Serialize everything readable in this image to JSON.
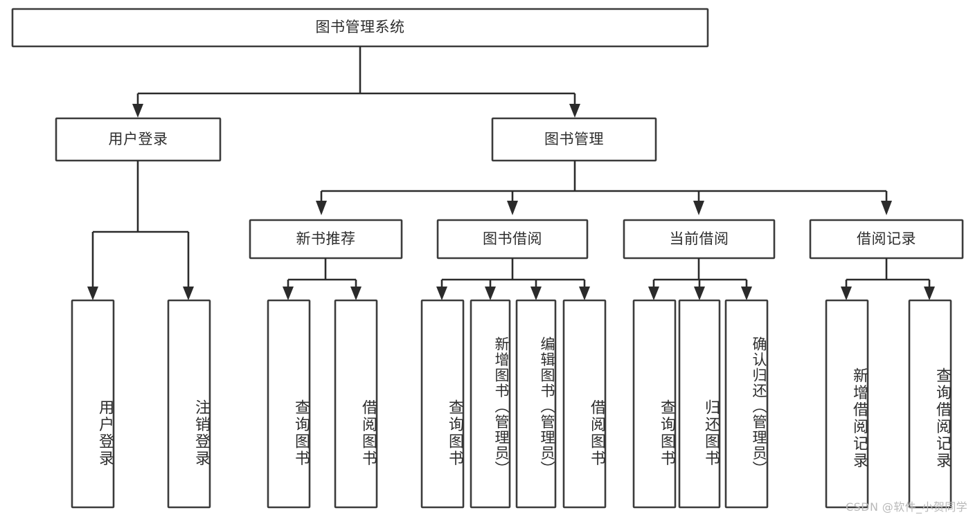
{
  "diagram": {
    "title": "图书管理系统",
    "type": "tree-hierarchy-diagram",
    "colors": {
      "box_stroke": "#3b3b3b",
      "connector": "#2b2b2b",
      "background": "#ffffff",
      "text": "#2d2d2d",
      "watermark": "#b9b9b9"
    },
    "root": {
      "label": "图书管理系统"
    },
    "level2": [
      {
        "label": "用户登录"
      },
      {
        "label": "图书管理"
      }
    ],
    "level3": [
      {
        "label": "新书推荐"
      },
      {
        "label": "图书借阅"
      },
      {
        "label": "当前借阅"
      },
      {
        "label": "借阅记录"
      }
    ],
    "leaves": {
      "user_login": [
        {
          "label": "用户登录"
        },
        {
          "label": "注销登录"
        }
      ],
      "new_book_recommend": [
        {
          "label": "查询图书"
        },
        {
          "label": "借阅图书"
        }
      ],
      "book_borrow": [
        {
          "label": "查询图书"
        },
        {
          "label": "新增图书（管理员）"
        },
        {
          "label": "编辑图书（管理员）"
        },
        {
          "label": "借阅图书"
        }
      ],
      "current_borrow": [
        {
          "label": "查询图书"
        },
        {
          "label": "归还图书"
        },
        {
          "label": "确认归还（管理员）"
        }
      ],
      "borrow_record": [
        {
          "label": "新增借阅记录"
        },
        {
          "label": "查询借阅记录"
        }
      ]
    }
  },
  "watermark": {
    "text": "CSDN @软件_小贺同学"
  }
}
